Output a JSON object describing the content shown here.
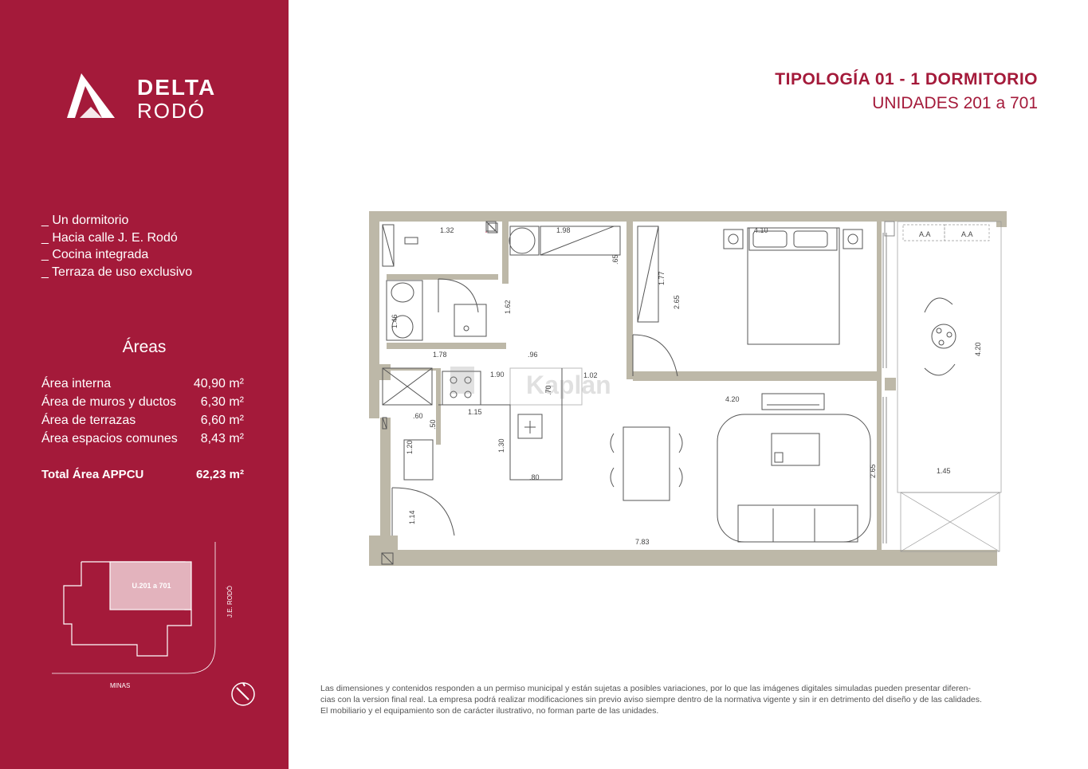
{
  "brand": {
    "line1": "DELTA",
    "line2": "RODÓ"
  },
  "features": [
    "_ Un dormitorio",
    "_ Hacia calle J. E. Rodó",
    "_ Cocina integrada",
    "_ Terraza de uso exclusivo"
  ],
  "areas": {
    "title": "Áreas",
    "rows": [
      {
        "label": "Área interna",
        "value": "40,90 m²"
      },
      {
        "label": "Área de muros y ductos",
        "value": "6,30 m²"
      },
      {
        "label": "Área de terrazas",
        "value": "6,60 m²"
      },
      {
        "label": "Área espacios comunes",
        "value": "8,43 m²"
      }
    ],
    "total": {
      "label": "Total Área APPCU",
      "value": "62,23 m²"
    }
  },
  "keymap": {
    "unit_label": "U.201 a 701",
    "street_1": "J.E. RODÓ",
    "street_2": "MINAS"
  },
  "header": {
    "title": "TIPOLOGÍA 01 - 1 DORMITORIO",
    "subtitle": "UNIDADES 201 a 701"
  },
  "plan": {
    "watermark": "Kaplan",
    "dims": {
      "d132": "1.32",
      "d198": "1.98",
      "d65": ".65",
      "d410": "4.10",
      "daa1": "A.A",
      "daa2": "A.A",
      "d177": "1.77",
      "d265a": "2.65",
      "d162": "1.62",
      "d146": "1.46",
      "d178": "1.78",
      "d96": ".96",
      "d190": "1.90",
      "d70": ".70",
      "d102": "1.02",
      "d420a": "4.20",
      "d420b": "4.20",
      "d60": ".60",
      "d50": ".50",
      "d115": "1.15",
      "d120": "1.20",
      "d130": "1.30",
      "d80": ".80",
      "d265b": "2.65",
      "d145": "1.45",
      "d114": "1.14",
      "d783": "7.83"
    }
  },
  "disclaimer": [
    "Las dimensiones y contenidos responden a un permiso municipal y están sujetas a posibles variaciones, por lo que las imágenes digitales simuladas pueden presentar diferen-",
    "cias con la version final real. La empresa podrá realizar modificaciones sin previo aviso siempre dentro de la normativa vigente y sin ir en detrimento del diseño y de las calidades.",
    "El mobiliario y el equipamiento  son de carácter ilustrativo, no forman parte de las unidades."
  ],
  "colors": {
    "brand": "#a41a3a",
    "wall": "#bdb8a8",
    "furniture": "#555555"
  }
}
